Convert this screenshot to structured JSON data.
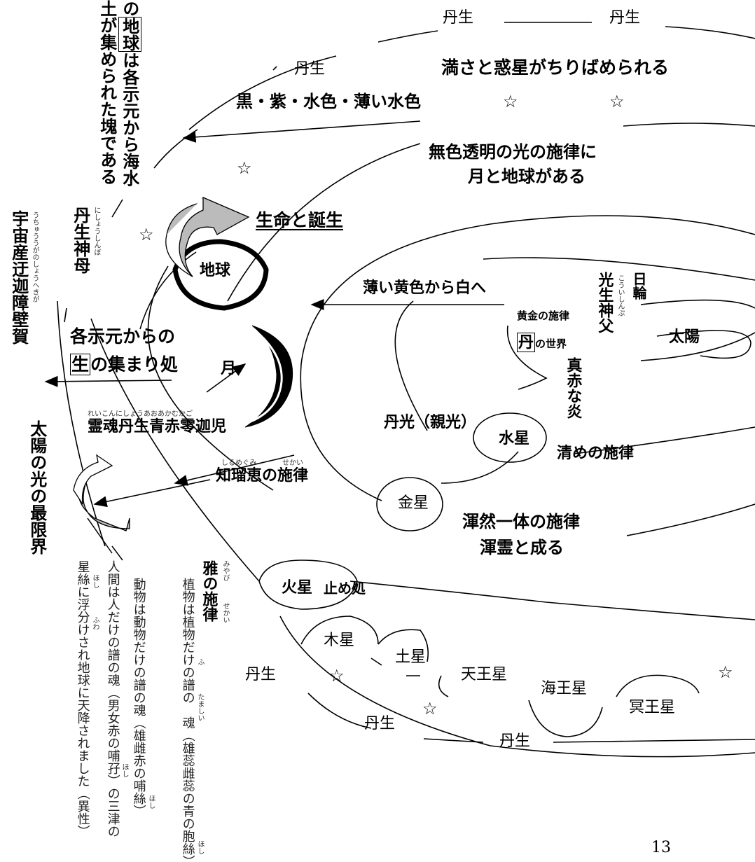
{
  "texts": {
    "nisei_top_left": "丹生",
    "nisei_top_right": "丹生",
    "nisei_mid": "丹生",
    "mitasa": "満さと惑星がちりばめられる",
    "colors": "黒・紫・水色・薄い水色",
    "mushoku_line1": "無色透明の光の施律に",
    "mushoku_line2": "月と地球がある",
    "seimei": "生命と誕生",
    "earth": "地球",
    "usui_kiiro": "薄い黄色から白へ",
    "kogane": "黄金の施律",
    "ni_char": "丹",
    "no_sekai": "の世界",
    "sun": "太陽",
    "kakuji_line1": "各示元からの",
    "sei_char": "生",
    "kakuji_line2_rest": "の集まり処",
    "moon": "月",
    "reikon": "霊魂丹生青赤零迦児",
    "reikon_ruby": "れいこんにしょうあおあかむかご",
    "tanko": "丹光（親光）",
    "mercury": "水星",
    "kiyome": "清めの施律",
    "chirumegumi_a": "知瑠恵",
    "chirumegumi_b": "の施律",
    "chirumegumi_ruby": "しるめぐみ",
    "sekai_ruby_1": "せかい",
    "venus": "金星",
    "konzen_line1": "渾然一体の施律",
    "konzen_line2": "渾霊と成る",
    "mars": "火星",
    "tomedokoro": "止め処",
    "jupiter": "木星",
    "saturn": "土星",
    "uranus": "天王星",
    "neptune": "海王星",
    "pluto": "冥王星",
    "nisei_bottom_left": "丹生",
    "nisei_bottom_mid": "丹生",
    "nisei_bottom_right": "丹生",
    "page_number": "13"
  },
  "vertical": {
    "top_col1_pre": "の",
    "top_col1_box": "地球",
    "top_col1_post": "は各示元から海水",
    "top_col2": "土が集められた塊である",
    "nisei_shinbo": "丹生神母",
    "nisei_shinbo_ruby": "にしょうしんぼ",
    "uchu": "宇宙産迂迦障壁賀",
    "uchu_ruby": "うちゅううがのしょうへきが",
    "hikari_shinpu": "光生神父",
    "hikari_shinpu_ruby": "こういしんぷ",
    "nichirin": "日輪",
    "makkana": "真赤な炎",
    "taiyo_saigen": "太陽の光の最限界",
    "miyabi_a": "雅",
    "miyabi_b": "の施律",
    "miyabi_ruby": "みやび",
    "miyabi_sekai_ruby": "せかい",
    "col_a": "植物は植物だけの譜の　魂（雄蕊雌蕊の青の胞絲）",
    "col_a_ruby1": "ふ",
    "col_a_ruby2": "たましい",
    "col_a_ruby3": "ほし",
    "col_b": "動物は動物だけの譜の魂（雄雌赤の哺絲）",
    "col_b_ruby": "ほし",
    "col_c": "人間は人だけの譜の魂（男女赤の哺孖）の三津の",
    "col_c_ruby": "ほし",
    "col_d": "星絲に浮分けされ地球に天降されました（異性）",
    "col_d_ruby1": "ほし",
    "col_d_ruby2": "ふわ"
  },
  "stars": "☆"
}
